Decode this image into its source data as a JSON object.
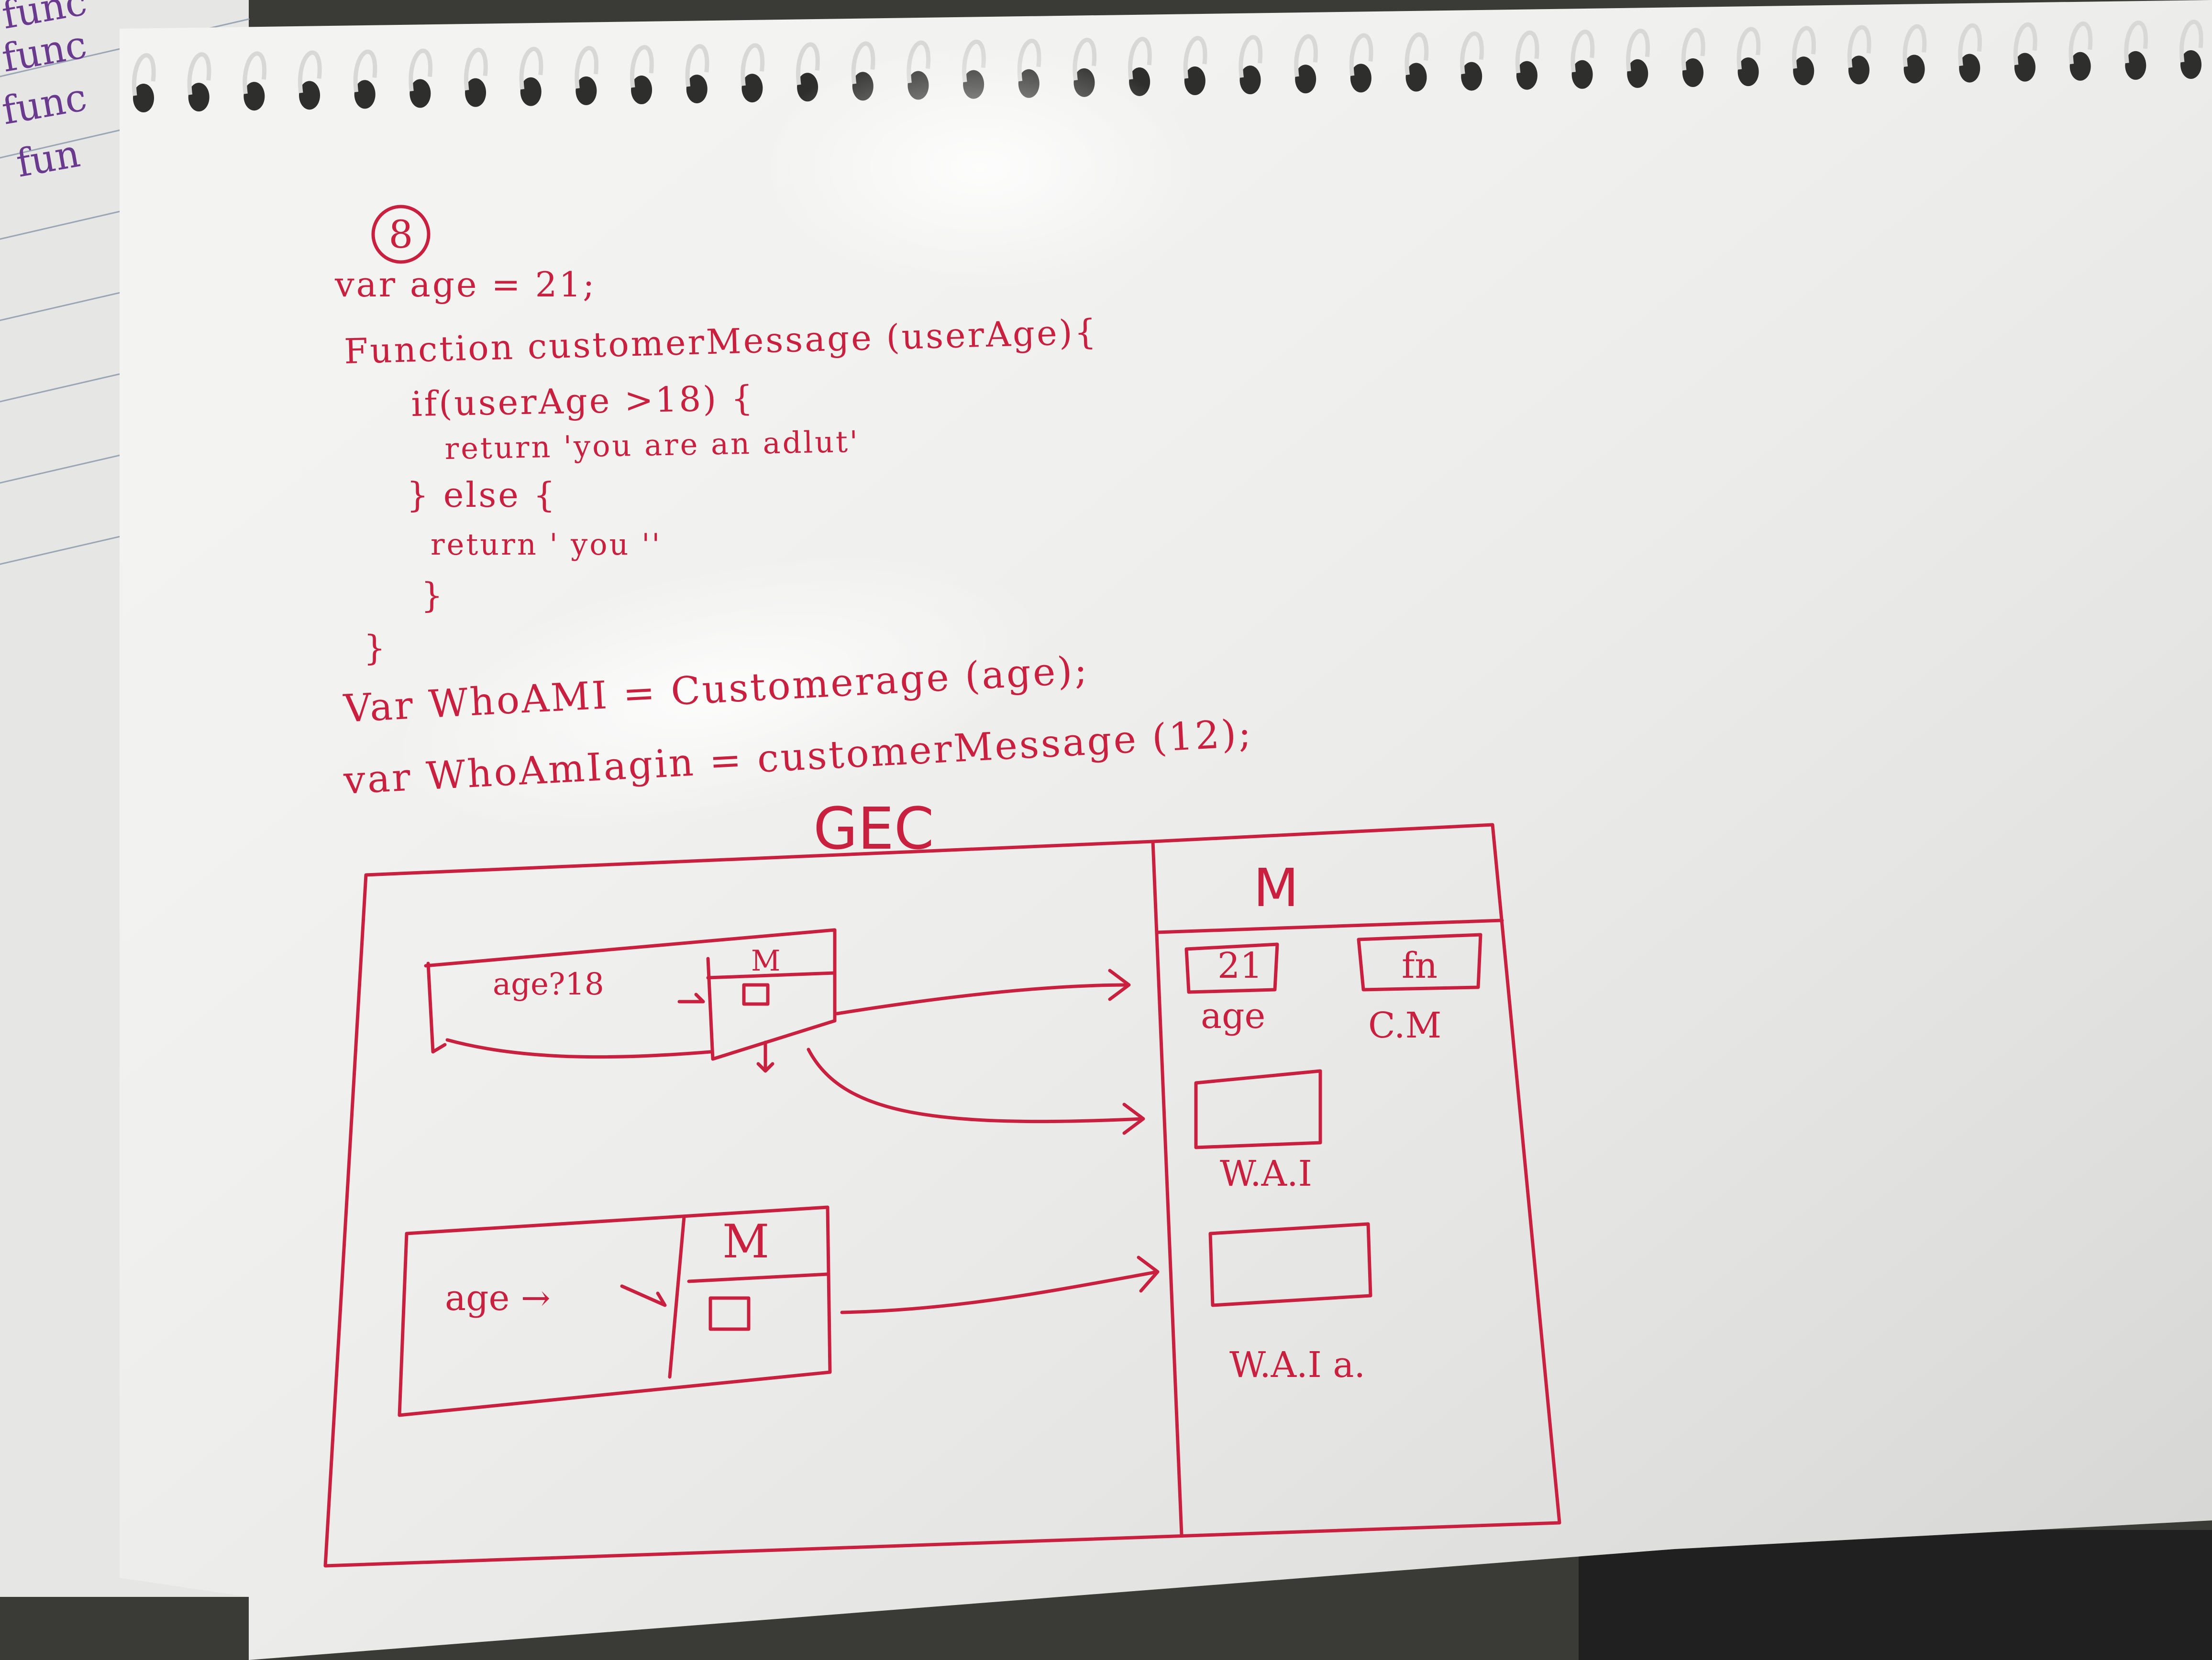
{
  "page_number": "8",
  "code_lines": [
    "var age = 21;",
    "Function customerMessage (userAge){",
    "if(userAge >18) {",
    "return 'you are an adlut'",
    "} else {",
    "return ' you ''",
    "}",
    "}",
    "Var WhoAMI = Customerage (age);",
    "var WhoAmIagin = customerMessage (12);"
  ],
  "diagram": {
    "title": "GEC",
    "memory_label": "M",
    "memory_cells": [
      {
        "value": "21",
        "label": "age"
      },
      {
        "value": "fn",
        "label": "C.M"
      },
      {
        "value": "",
        "label": "W.A.I"
      },
      {
        "value": "",
        "label": "W.A.I a."
      }
    ],
    "call_contexts": [
      {
        "condition": "age?18",
        "memory_label": "M"
      },
      {
        "condition": "age →",
        "memory_label": "M"
      }
    ]
  },
  "margin_notes": [
    "func",
    "func",
    "func",
    "fun"
  ],
  "colors": {
    "ink": "#c8203e",
    "paper": "#f4f4f2",
    "background": "#3a3a36"
  }
}
